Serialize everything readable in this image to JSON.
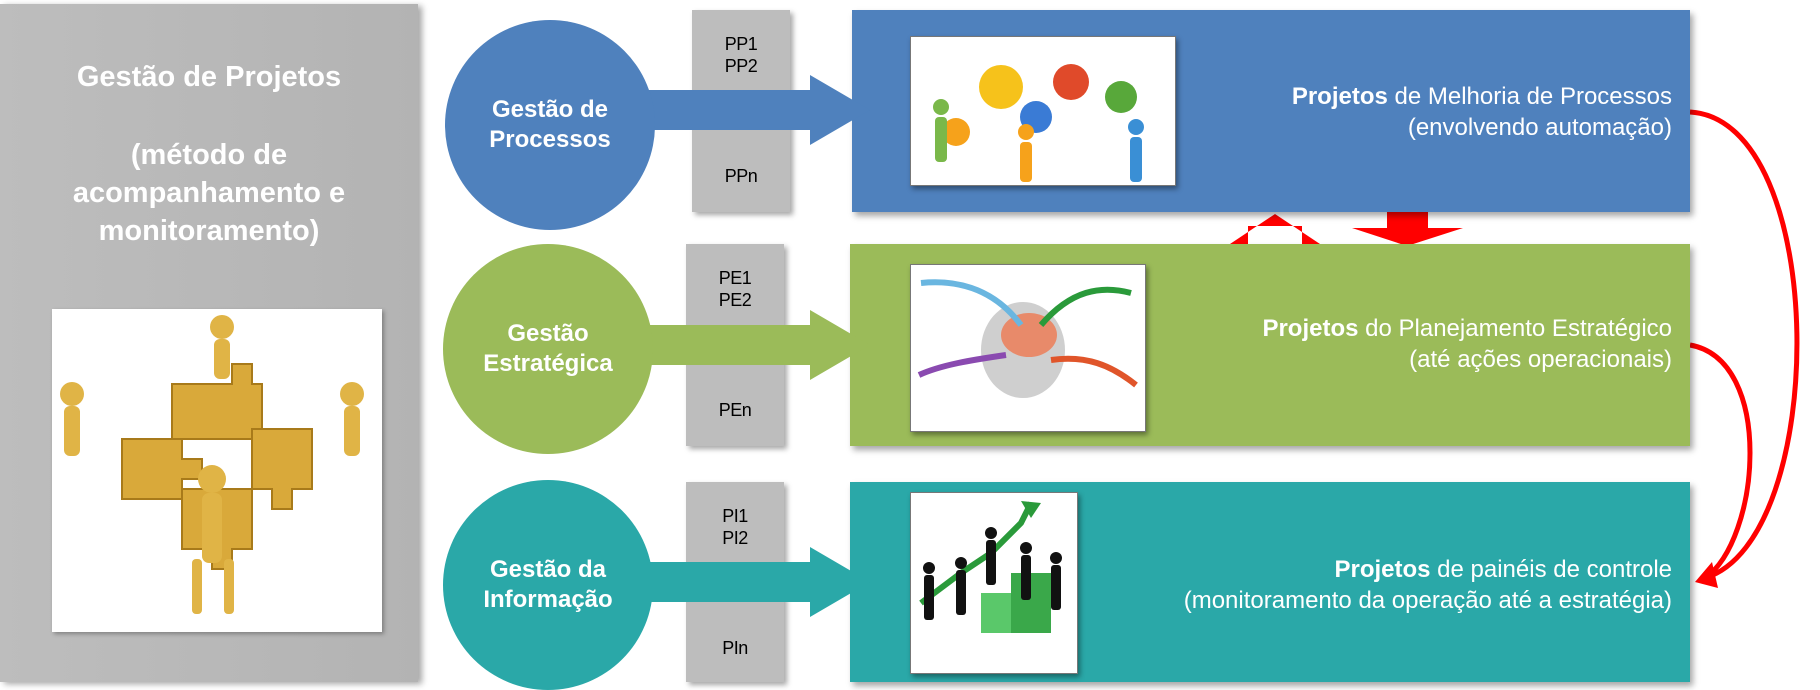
{
  "left_panel": {
    "title": "Gestão de Projetos",
    "subtitle_line1": "(método de",
    "subtitle_line2": "acompanhamento e",
    "subtitle_line3": "monitoramento)",
    "image_icon": "puzzle-team-icon"
  },
  "rows": [
    {
      "circle_line1": "Gestão de",
      "circle_line2": "Processos",
      "box_line1": "PP1",
      "box_line2": "PP2",
      "box_last": "PPn",
      "band_bold": "Projetos",
      "band_rest": " de Melhoria de Processos",
      "band_line2": "(envolvendo automação)",
      "image_icon": "gears-team-icon",
      "color": "#4f81bd"
    },
    {
      "circle_line1": "Gestão",
      "circle_line2": "Estratégica",
      "box_line1": "PE1",
      "box_line2": "PE2",
      "box_last": "PEn",
      "band_bold": "Projetos",
      "band_rest": " do Planejamento Estratégico",
      "band_line2": "(até ações operacionais)",
      "image_icon": "brain-arrows-icon",
      "color": "#9bbb59"
    },
    {
      "circle_line1": "Gestão da",
      "circle_line2": "Informação",
      "box_line1": "PI1",
      "box_line2": "PI2",
      "box_last": "PIn",
      "band_bold": "Projetos",
      "band_rest": " de painéis de controle",
      "band_line2": "(monitoramento da operação até a estratégia)",
      "image_icon": "growth-chart-icon",
      "color": "#2aa8a8"
    }
  ],
  "connector_color": "#ff0000"
}
